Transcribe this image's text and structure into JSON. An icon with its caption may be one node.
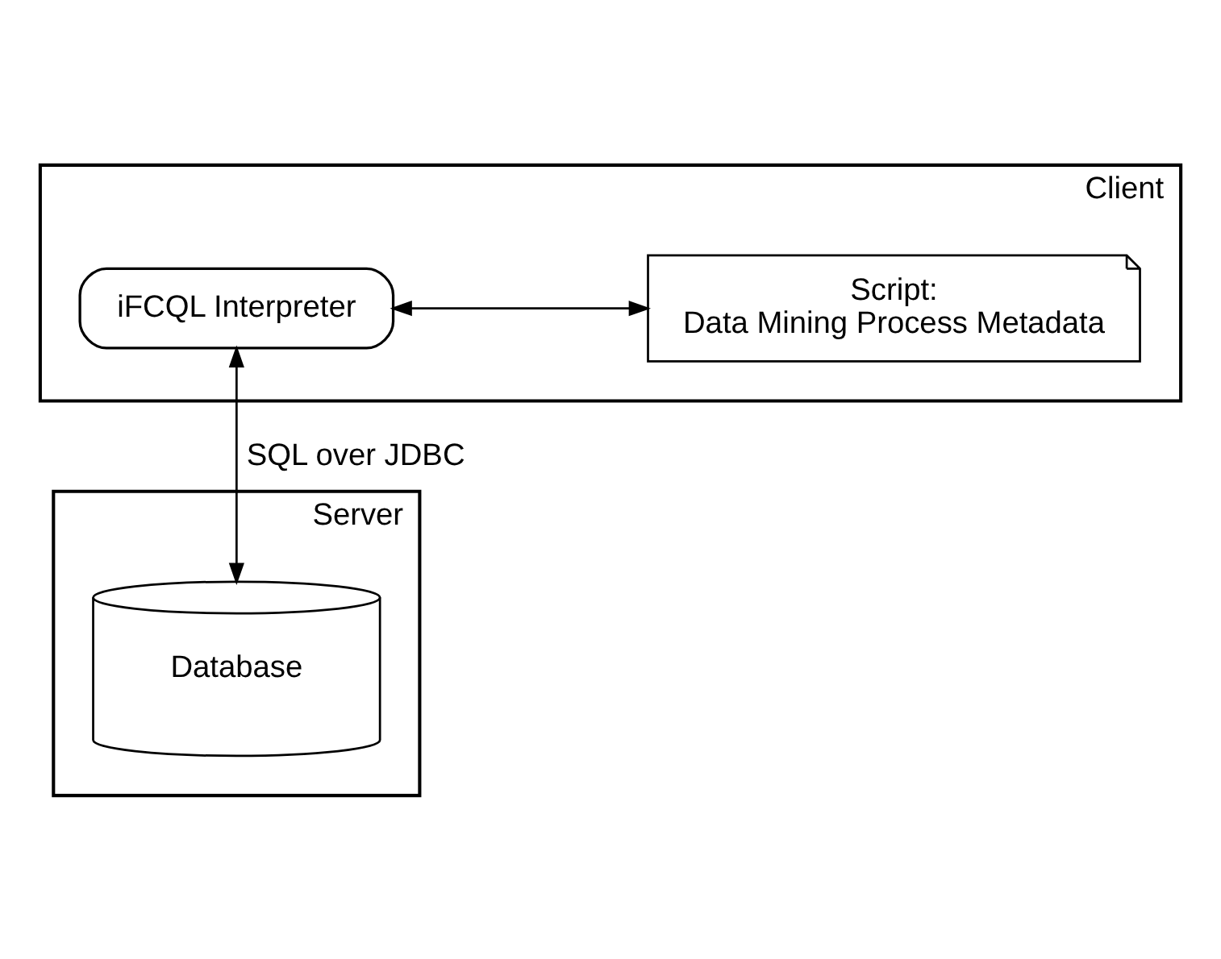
{
  "diagram": {
    "nodes": [
      {
        "text": [
          "Client"
        ]
      },
      {
        "text": [
          "Script:",
          "Data Mining Process Metadata"
        ],
        "in": 0
      },
      {
        "text": [
          "iFCQL Interpreter"
        ],
        "in": 0
      },
      {
        "text": [
          "Server"
        ]
      },
      {
        "text": [
          "Database"
        ],
        "in": 3
      }
    ],
    "edges": [
      {
        "from": 1,
        "to": 2,
        "arrow": "both"
      },
      {
        "from": 2,
        "to": 4,
        "arrow": "both",
        "label": "SQL over JDBC"
      }
    ]
  }
}
